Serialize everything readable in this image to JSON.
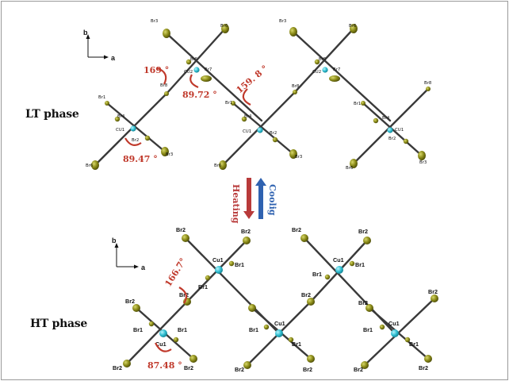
{
  "lt": {
    "phase_label": "LT phase",
    "axes": {
      "b": "b",
      "a": "a"
    },
    "angles": [
      "169 °",
      "89.72 °",
      "159. 8 °",
      "89.47 °"
    ],
    "labels": {
      "br1": "Br1",
      "br2": "Br2",
      "br3": "Br3",
      "br4": "Br4",
      "br5": "Br5",
      "br6": "Br6",
      "br7": "Br7",
      "br8": "Br8",
      "cu1": "CU1",
      "cu2": "CU2"
    }
  },
  "ht": {
    "phase_label": "HT phase",
    "axes": {
      "b": "b",
      "a": "a"
    },
    "angles": [
      "166.7°",
      "87.48 °"
    ],
    "labels": {
      "br1": "Br1",
      "br2": "Br2",
      "cu1": "Cu1"
    }
  },
  "transition": {
    "heating": "Heating",
    "cooling": "Coolig"
  },
  "colors": {
    "bond": "#3a3a3a",
    "bromine": "#7a7a14",
    "copper": "#35c4d6",
    "angle": "#c0392b",
    "heat_arrow": "#b83a3a",
    "cool_arrow": "#2f62b0"
  }
}
